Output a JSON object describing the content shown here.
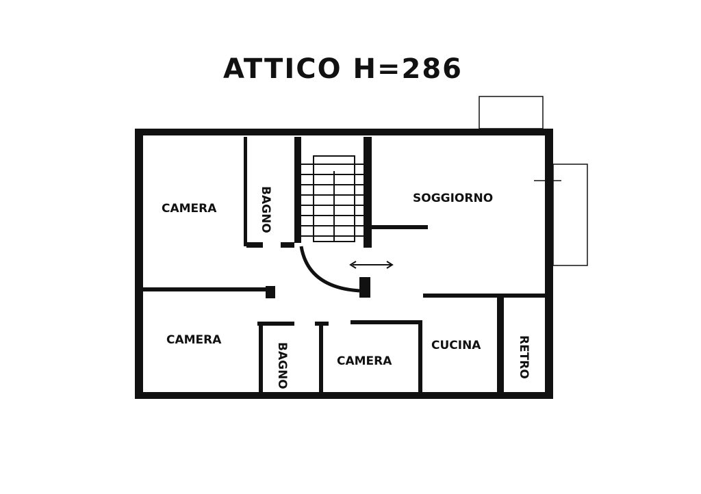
{
  "title": "ATTICO H=286",
  "rooms": {
    "camera_top_left": "CAMERA",
    "bagno_top": "BAGNO",
    "soggiorno": "SOGGIORNO",
    "camera_bottom_left": "CAMERA",
    "bagno_bottom": "BAGNO",
    "camera_bottom_middle": "CAMERA",
    "cucina": "CUCINA",
    "retro": "RETRO"
  },
  "colors": {
    "wall": "#111111",
    "background": "#ffffff"
  }
}
